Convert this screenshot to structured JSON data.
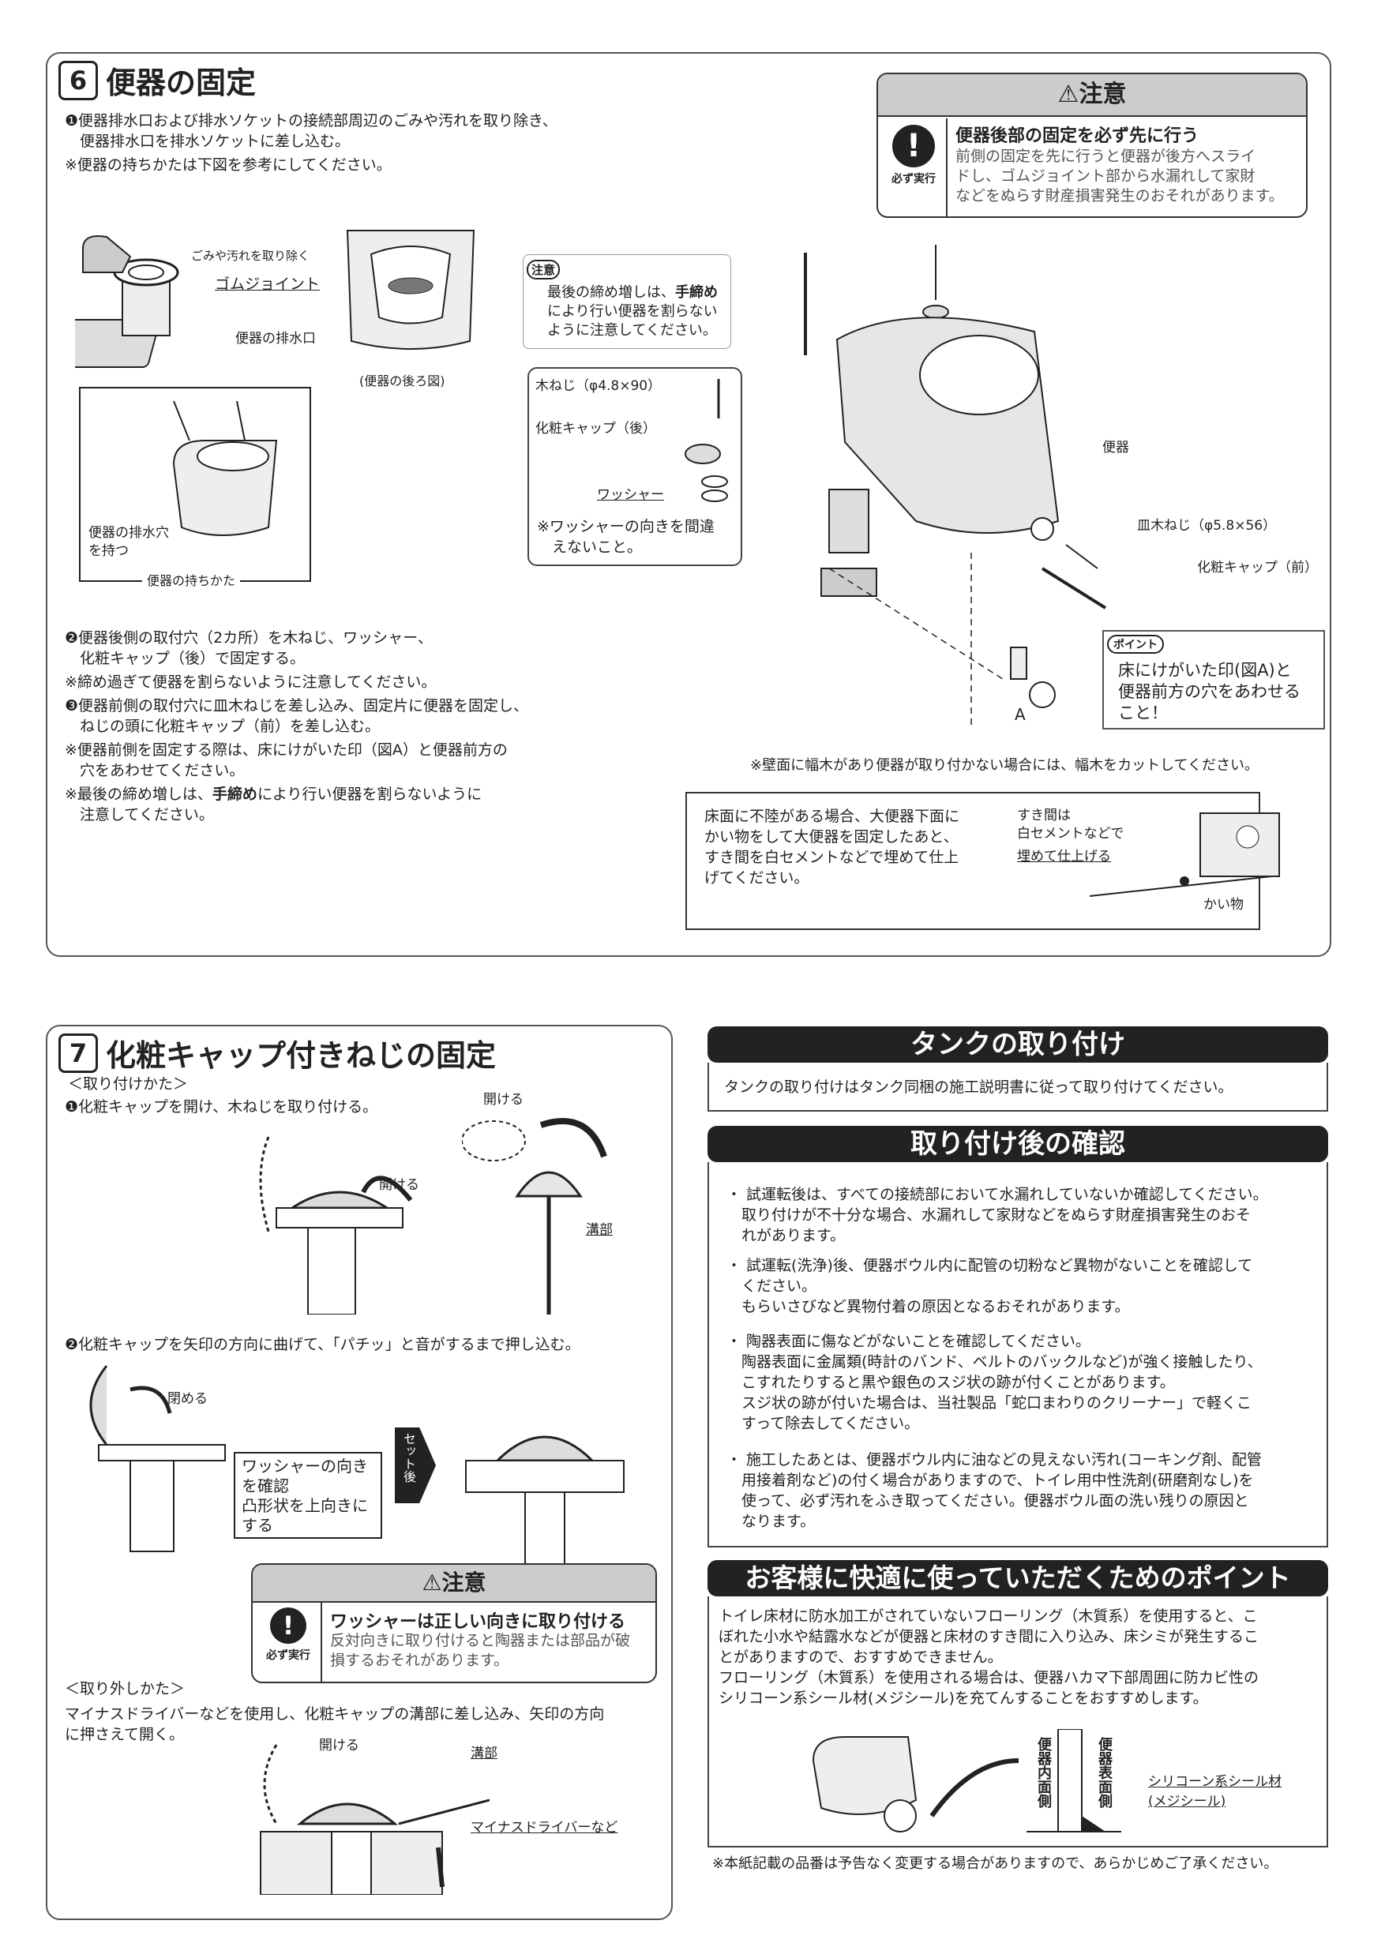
{
  "sec6": {
    "num": "6",
    "title": "便器の固定",
    "step1": "❶便器排水口および排水ソケットの接続部周辺のごみや汚れを取り除き、\n　便器排水口を排水ソケットに差し込む。",
    "note_hold": "※便器の持ちかたは下図を参考にしてください。",
    "lbl_dirt": "ごみや汚れを取り除く",
    "lbl_gomu": "ゴムジョイント",
    "lbl_haisui": "便器の排水口",
    "lbl_rear": "(便器の後ろ図)",
    "lbl_hold_hole": "便器の排水穴\nを持つ",
    "lbl_hold_caption": "便器の持ちかた",
    "step2": "❷便器後側の取付穴（2カ所）を木ねじ、ワッシャー、\n　化粧キャップ（後）で固定する。",
    "note2": "※締め過ぎて便器を割らないように注意してください。",
    "step3": "❸便器前側の取付穴に皿木ねじを差し込み、固定片に便器を固定し、\n　ねじの頭に化粧キャップ（前）を差し込む。",
    "note3": "※便器前側を固定する際は、床にけがいた印（図A）と便器前方の\n　穴をあわせてください。",
    "note4_pre": "※最後の締め増しは、",
    "note4_bold": "手締め",
    "note4_post": "により行い便器を割らないように\n　注意してください。",
    "tip_badge": "注意",
    "tip_pre": "最後の締め増しは、",
    "tip_bold": "手締め",
    "tip_post": "により行い便器を割らない\nように注意してください。",
    "lbl_kineji": "木ねじ（φ4.8×90）",
    "lbl_cap_rear": "化粧キャップ（後）",
    "lbl_washer": "ワッシャー",
    "note_washer": "※ワッシャーの向きを間違\n　えないこと。",
    "lbl_benki": "便器",
    "lbl_sara": "皿木ねじ（φ5.8×56）",
    "lbl_cap_front": "化粧キャップ（前）",
    "lbl_A": "A",
    "point_badge": "ポイント",
    "point_text": "床にけがいた印(図A)と\n便器前方の穴をあわせる\nこと！",
    "note_habaki": "※壁面に幅木があり便器が取り付かない場合には、幅木をカットしてください。",
    "floor_text": "床面に不陸がある場合、大便器下面に\nかい物をして大便器を固定したあと、\nすき間を白セメントなどで埋めて仕上\nげてください。",
    "floor_lbl1": "すき間は\n白セメントなどで",
    "floor_lbl2": "埋めて仕上げる",
    "floor_lbl3": "かい物",
    "caution": {
      "title": "注意",
      "icon_label": "必ず実行",
      "bold": "便器後部の固定を必ず先に行う",
      "desc": "前側の固定を先に行うと便器が後方へスライ\nドし、ゴムジョイント部から水漏れして家財\nなどをぬらす財産損害発生のおそれがあります。"
    }
  },
  "sec7": {
    "num": "7",
    "title": "化粧キャップ付きねじの固定",
    "sub_attach": "＜取り付けかた＞",
    "step1": "❶化粧キャップを開け、木ねじを取り付ける。",
    "lbl_open1": "開ける",
    "lbl_open2": "開ける",
    "lbl_groove": "溝部",
    "step2": "❷化粧キャップを矢印の方向に曲げて、「パチッ」と音がするまで押し込む。",
    "lbl_close": "閉める",
    "washer_box": "ワッシャーの向き\nを確認\n凸形状を上向きに\nする",
    "set_after": "セット後",
    "caution": {
      "title": "注意",
      "icon_label": "必ず実行",
      "bold": "ワッシャーは正しい向きに取り付ける",
      "desc": "反対向きに取り付けると陶器または部品が破\n損するおそれがあります。"
    },
    "sub_remove": "＜取り外しかた＞",
    "remove_text": "マイナスドライバーなどを使用し、化粧キャップの溝部に差し込み、矢印の方向\nに押さえて開く。",
    "lbl_open3": "開ける",
    "lbl_groove2": "溝部",
    "lbl_driver": "マイナスドライバーなど"
  },
  "tank": {
    "title": "タンクの取り付け",
    "text": "タンクの取り付けはタンク同梱の施工説明書に従って取り付けてください。"
  },
  "check": {
    "title": "取り付け後の確認",
    "items": [
      "・ 試運転後は、すべての接続部において水漏れしていないか確認してください。\n　取り付けが不十分な場合、水漏れして家財などをぬらす財産損害発生のおそ\n　れがあります。",
      "・ 試運転(洗浄)後、便器ボウル内に配管の切粉など異物がないことを確認して\n　ください。\n　もらいさびなど異物付着の原因となるおそれがあります。",
      "・ 陶器表面に傷などがないことを確認してください。\n　陶器表面に金属類(時計のバンド、ベルトのバックルなど)が強く接触したり、\n　こすれたりすると黒や銀色のスジ状の跡が付くことがあります。\n　スジ状の跡が付いた場合は、当社製品「蛇口まわりのクリーナー」で軽くこ\n　すって除去してください。",
      "・ 施工したあとは、便器ボウル内に油などの見えない汚れ(コーキング剤、配管\n　用接着剤など)の付く場合がありますので、トイレ用中性洗剤(研磨剤なし)を\n　使って、必ず汚れをふき取ってください。便器ボウル面の洗い残りの原因と\n　なります。"
    ]
  },
  "comfort": {
    "title": "お客様に快適に使っていただくためのポイント",
    "text": "トイレ床材に防水加工がされていないフローリング（木質系）を使用すると、こ\nぼれた小水や結露水などが便器と床材のすき間に入り込み、床シミが発生するこ\nとがありますので、おすすめできません。\nフローリング（木質系）を使用される場合は、便器ハカマ下部周囲に防カビ性の\nシリコーン系シール材(メジシール)を充てんすることをおすすめします。",
    "lbl_inner": "便器内面側",
    "lbl_outer": "便器表面側",
    "lbl_seal": "シリコーン系シール材\n(メジシール)"
  },
  "footer": "※本紙記載の品番は予告なく変更する場合がありますので、あらかじめご了承ください。"
}
